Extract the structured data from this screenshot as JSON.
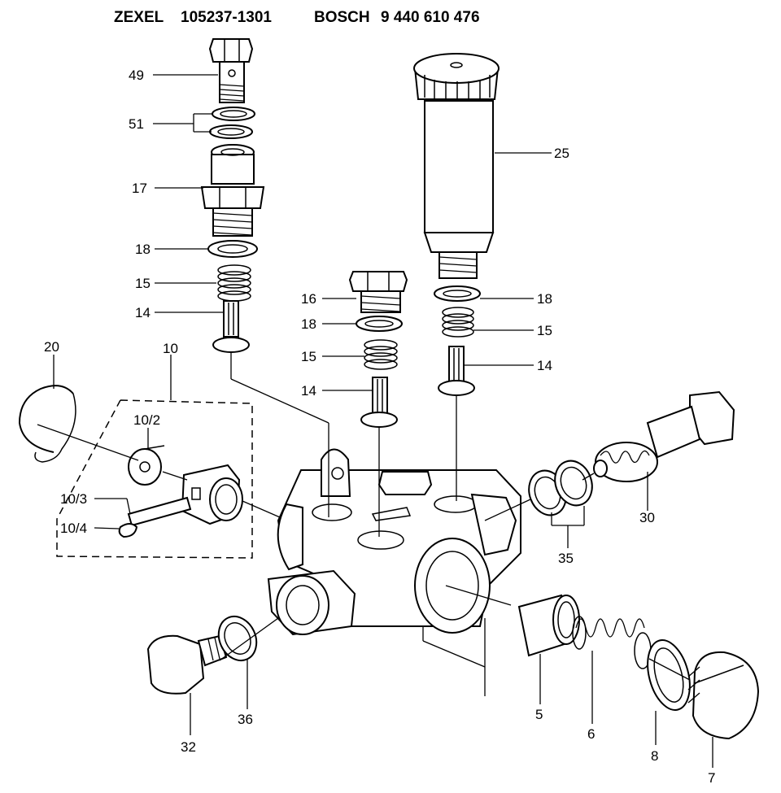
{
  "header": {
    "brand1": "ZEXEL",
    "part1": "105237-1301",
    "brand2": "BOSCH",
    "part2": "9 440 610 476"
  },
  "callouts": {
    "p49": "49",
    "p51": "51",
    "p17": "17",
    "p18a": "18",
    "p15a": "15",
    "p14a": "14",
    "p25": "25",
    "p16": "16",
    "p18b": "18",
    "p15b": "15",
    "p14b": "14",
    "p18c": "18",
    "p15c": "15",
    "p14c": "14",
    "p20": "20",
    "p10": "10",
    "p10_2": "10/2",
    "p10_3": "10/3",
    "p10_4": "10/4",
    "p30": "30",
    "p35": "35",
    "p32": "32",
    "p36": "36",
    "p5": "5",
    "p6": "6",
    "p8": "8",
    "p7": "7"
  }
}
